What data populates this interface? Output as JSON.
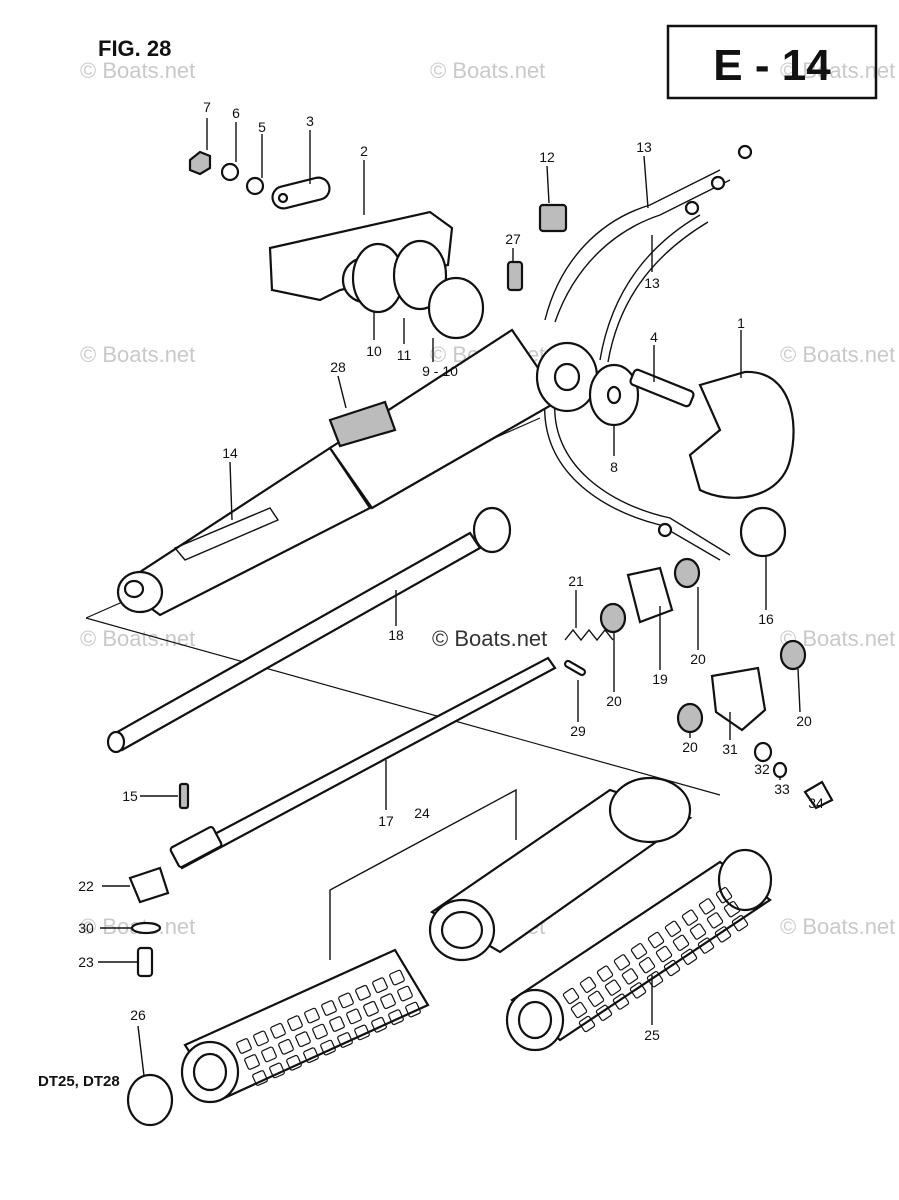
{
  "header": {
    "figure_label": "FIG. 28",
    "page_code": "E - 14"
  },
  "footer": {
    "models": "DT25, DT28"
  },
  "watermark": "© Boats.net",
  "callouts": [
    {
      "id": "c1",
      "text": "1"
    },
    {
      "id": "c2",
      "text": "2"
    },
    {
      "id": "c3",
      "text": "3"
    },
    {
      "id": "c4",
      "text": "4"
    },
    {
      "id": "c5",
      "text": "5"
    },
    {
      "id": "c6",
      "text": "6"
    },
    {
      "id": "c7",
      "text": "7"
    },
    {
      "id": "c8",
      "text": "8"
    },
    {
      "id": "c9",
      "text": "9 - 10"
    },
    {
      "id": "c10",
      "text": "10"
    },
    {
      "id": "c11",
      "text": "11"
    },
    {
      "id": "c12",
      "text": "12"
    },
    {
      "id": "c13a",
      "text": "13"
    },
    {
      "id": "c13b",
      "text": "13"
    },
    {
      "id": "c14",
      "text": "14"
    },
    {
      "id": "c15",
      "text": "15"
    },
    {
      "id": "c16",
      "text": "16"
    },
    {
      "id": "c17",
      "text": "17"
    },
    {
      "id": "c18",
      "text": "18"
    },
    {
      "id": "c19",
      "text": "19"
    },
    {
      "id": "c20a",
      "text": "20"
    },
    {
      "id": "c20b",
      "text": "20"
    },
    {
      "id": "c20c",
      "text": "20"
    },
    {
      "id": "c20d",
      "text": "20"
    },
    {
      "id": "c21",
      "text": "21"
    },
    {
      "id": "c22",
      "text": "22"
    },
    {
      "id": "c23",
      "text": "23"
    },
    {
      "id": "c24",
      "text": "24"
    },
    {
      "id": "c25",
      "text": "25"
    },
    {
      "id": "c26",
      "text": "26"
    },
    {
      "id": "c27",
      "text": "27"
    },
    {
      "id": "c28",
      "text": "28"
    },
    {
      "id": "c29",
      "text": "29"
    },
    {
      "id": "c30",
      "text": "30"
    },
    {
      "id": "c31",
      "text": "31"
    },
    {
      "id": "c32",
      "text": "32"
    },
    {
      "id": "c33",
      "text": "33"
    },
    {
      "id": "c34",
      "text": "34"
    }
  ]
}
